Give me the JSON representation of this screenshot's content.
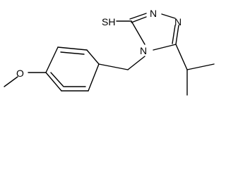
{
  "molecule": {
    "atoms": {
      "thiol": "SH",
      "ring_n1": "N",
      "ring_n2": "N",
      "ring_n4": "N",
      "ether_o": "O"
    }
  },
  "colors": {
    "bond": "#000000",
    "background": "#ffffff"
  }
}
